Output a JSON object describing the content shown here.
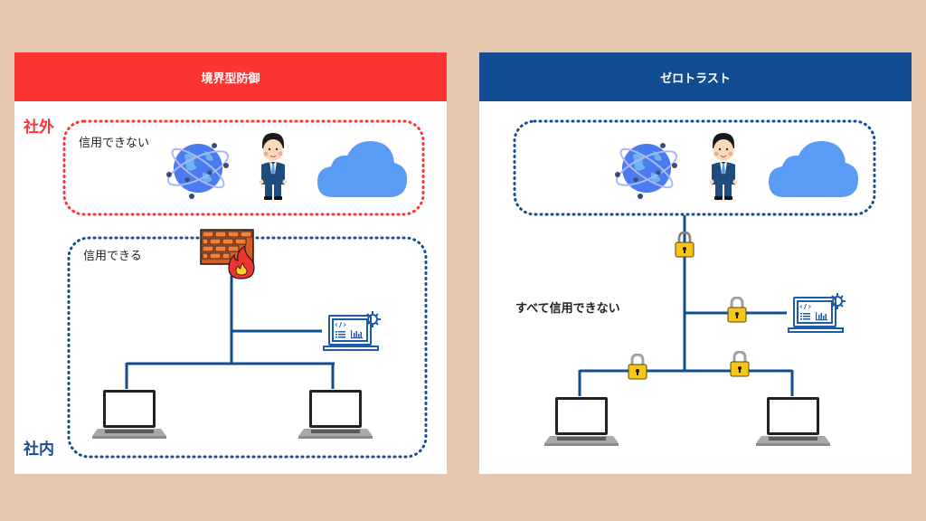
{
  "colors": {
    "background": "#e7c8ae",
    "perimeter_header": "#fe3333",
    "zerotrust_header": "#134d91",
    "untrusted_border": "#fe3333",
    "trusted_border": "#134d91",
    "network_line": "#134d91",
    "cloud": "#5a9cf5",
    "lock": "#f5c518"
  },
  "left_panel": {
    "title": "境界型防御",
    "outside_label": "社外",
    "inside_label": "社内",
    "untrusted_box": {
      "label": "信用できない",
      "icons": [
        "globe-network-icon",
        "businessman-icon",
        "cloud-icon"
      ]
    },
    "trusted_box": {
      "label": "信用できる",
      "gateway": "firewall-icon",
      "devices": [
        "server-dashboard-icon",
        "laptop-icon",
        "laptop-icon"
      ]
    }
  },
  "right_panel": {
    "title": "ゼロトラスト",
    "external_box": {
      "icons": [
        "globe-network-icon",
        "businessman-icon",
        "cloud-icon"
      ]
    },
    "statement": "すべて信用できない",
    "devices": [
      "server-dashboard-icon",
      "laptop-icon",
      "laptop-icon"
    ],
    "locks": 4
  }
}
